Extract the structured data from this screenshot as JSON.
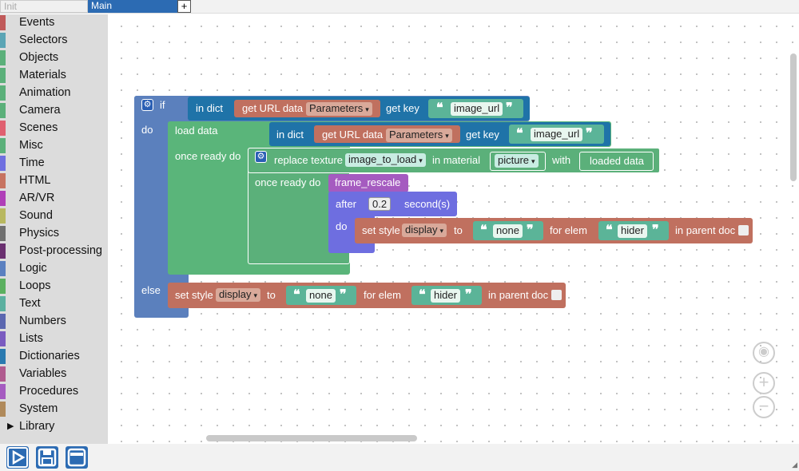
{
  "tabs": [
    {
      "label": "Init"
    },
    {
      "label": "Main"
    },
    {
      "label": "+"
    }
  ],
  "sidebar": {
    "categories": [
      {
        "label": "Events",
        "color": "#c05a5a"
      },
      {
        "label": "Selectors",
        "color": "#5ba5b5"
      },
      {
        "label": "Objects",
        "color": "#5bb07a"
      },
      {
        "label": "Materials",
        "color": "#5bb07a"
      },
      {
        "label": "Animation",
        "color": "#5bb07a"
      },
      {
        "label": "Camera",
        "color": "#5bb07a"
      },
      {
        "label": "Scenes",
        "color": "#e06070"
      },
      {
        "label": "Misc",
        "color": "#5bb07a"
      },
      {
        "label": "Time",
        "color": "#6f6fe0"
      },
      {
        "label": "HTML",
        "color": "#c77360"
      },
      {
        "label": "AR/VR",
        "color": "#b040b8"
      },
      {
        "label": "Sound",
        "color": "#b8b860"
      },
      {
        "label": "Physics",
        "color": "#707070"
      },
      {
        "label": "Post-processing",
        "color": "#6a3070"
      },
      {
        "label": "Logic",
        "color": "#5b80c0"
      },
      {
        "label": "Loops",
        "color": "#5bb060"
      },
      {
        "label": "Text",
        "color": "#5bb0a0"
      },
      {
        "label": "Numbers",
        "color": "#5b67b0"
      },
      {
        "label": "Lists",
        "color": "#7a5bc0"
      },
      {
        "label": "Dictionaries",
        "color": "#2a7ab0"
      },
      {
        "label": "Variables",
        "color": "#b05b8f"
      },
      {
        "label": "Procedures",
        "color": "#a55bc0"
      },
      {
        "label": "System",
        "color": "#b08a5b"
      }
    ],
    "library": {
      "label": "Library"
    }
  },
  "blocks": {
    "if_label": "if",
    "do_label": "do",
    "else_label": "else",
    "in_dict": "in dict",
    "get_url_data": "get URL data",
    "parameters": "Parameters",
    "get_key": "get key",
    "image_url": "image_url",
    "load_data": "load data",
    "once_ready_do": "once ready do",
    "replace_texture": "replace texture",
    "image_to_load": "image_to_load",
    "in_material": "in material",
    "picture": "picture",
    "with": "with",
    "loaded_data": "loaded data",
    "frame_rescale": "frame_rescale",
    "after": "after",
    "delay": "0.2",
    "seconds": "second(s)",
    "set_style": "set style",
    "display": "display",
    "to": "to",
    "none": "none",
    "for_elem": "for elem",
    "hider": "hider",
    "in_parent_doc": "in parent doc"
  },
  "colors": {
    "logic": "#5b80bd",
    "dict": "#1f73a8",
    "html": "#c0705f",
    "misc": "#5ab57a",
    "materials": "#5bb07a",
    "text": "#5bb498",
    "proc": "#a55bc0",
    "time": "#6e6ee0",
    "primary": "#2c6bb3"
  }
}
